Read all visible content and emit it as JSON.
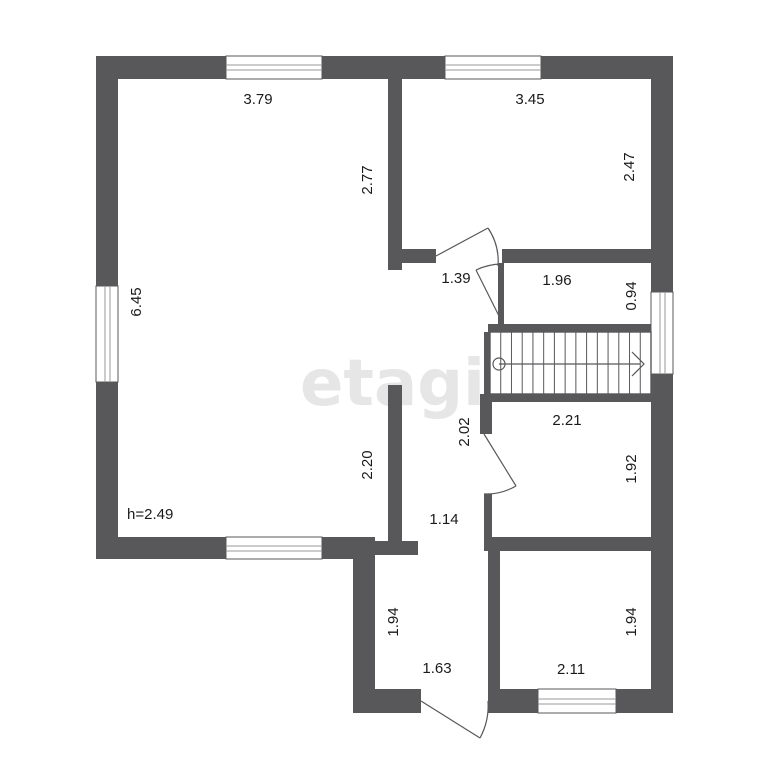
{
  "watermark": "etagi",
  "dimensions": {
    "big_room_width": "3.79",
    "big_room_depth": "6.45",
    "big_room_wall_upper": "2.77",
    "big_room_wall_lower": "2.20",
    "ceiling_height": "h=2.49",
    "top_right_width": "3.45",
    "top_right_depth": "2.47",
    "door_hall": "1.39",
    "small_room_width": "1.96",
    "small_room_depth": "0.94",
    "stair_width": "2.21",
    "corridor_length": "2.02",
    "mid_room_depth": "1.92",
    "corridor_width": "1.14",
    "entry_depth": "1.94",
    "entry_width": "1.63",
    "bottom_room_width": "2.11",
    "bottom_room_depth": "1.94"
  },
  "colors": {
    "wall": "#58585a",
    "background": "#ffffff",
    "watermark": "#e6e6e6"
  }
}
